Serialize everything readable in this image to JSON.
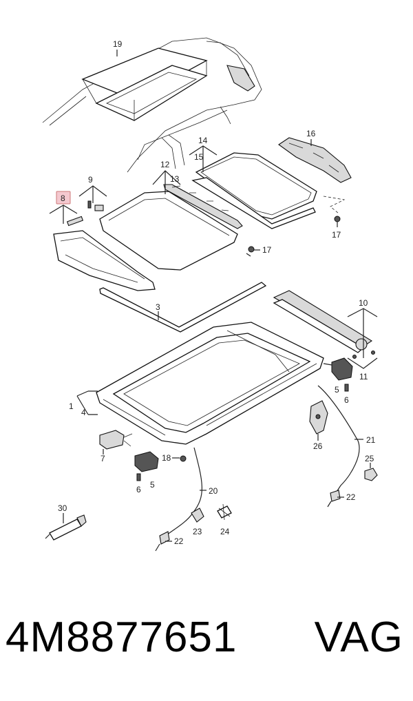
{
  "callouts": {
    "c1": "1",
    "c3": "3",
    "c4": "4",
    "c5a": "5",
    "c5b": "5",
    "c6a": "6",
    "c6b": "6",
    "c7": "7",
    "c8": "8",
    "c9": "9",
    "c10": "10",
    "c11": "11",
    "c12": "12",
    "c13": "13",
    "c14": "14",
    "c15": "15",
    "c16": "16",
    "c17a": "17",
    "c17b": "17",
    "c18": "18",
    "c19": "19",
    "c20": "20",
    "c21": "21",
    "c22a": "22",
    "c22b": "22",
    "c23": "23",
    "c24": "24",
    "c25": "25",
    "c26": "26",
    "c30": "30"
  },
  "highlighted_callout": "8",
  "highlight_color": "#f4c8cf",
  "footer": {
    "part_number": "4M8877651",
    "brand": "VAG"
  }
}
